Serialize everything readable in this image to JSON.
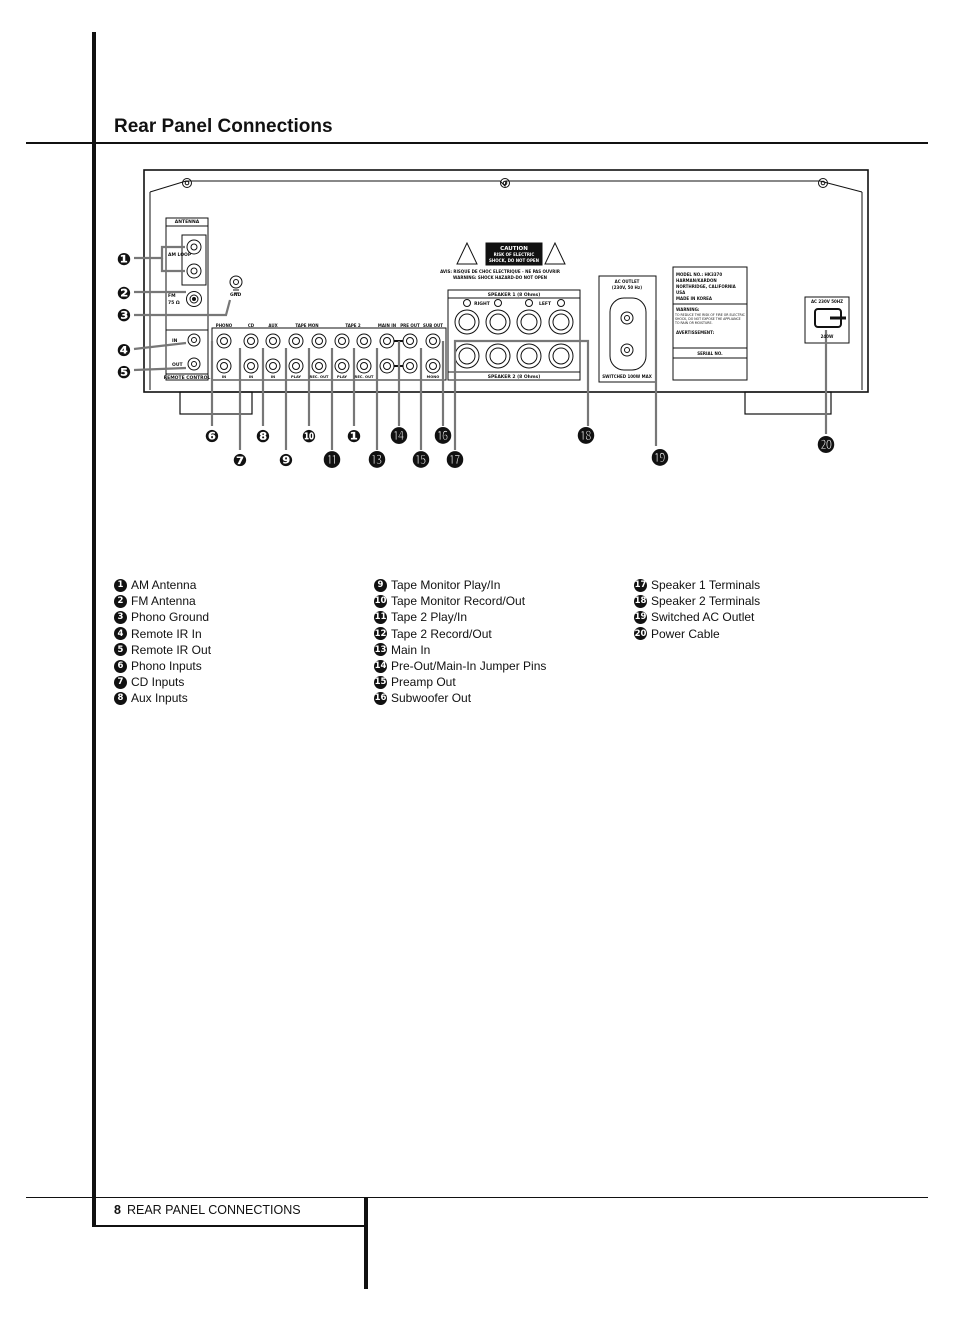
{
  "page": {
    "title": "Rear Panel Connections",
    "footer_page": "8",
    "footer_label": "REAR PANEL CONNECTIONS"
  },
  "panel": {
    "antenna_label": "ANTENNA",
    "am_loop_label": "AM LOOP",
    "fm_label": "FM",
    "fm_ohm": "75 Ω",
    "gnd_label": "GND",
    "remote_in": "IN",
    "remote_out": "OUT",
    "remote_control": "REMOTE CONTROL",
    "input_groups": [
      "PHONO",
      "CD",
      "AUX",
      "TAPE MON",
      "TAPE 2",
      "MAIN IN",
      "PRE OUT",
      "SUB OUT"
    ],
    "jack_labels": [
      "IN",
      "IN",
      "IN",
      "PLAY",
      "REC. OUT",
      "PLAY",
      "REC. OUT",
      "",
      "",
      "MONO"
    ],
    "speaker1_label": "SPEAKER 1 (8 Ohms)",
    "speaker2_label": "SPEAKER 2 (8 Ohms)",
    "right_label": "RIGHT",
    "left_label": "LEFT",
    "caution_title": "CAUTION",
    "caution_line1": "RISK OF ELECTRIC",
    "caution_line2": "SHOCK, DO NOT OPEN",
    "avis_line": "AVIS: RISQUE DE CHOC ELECTRIQUE - NE PAS OUVRIR",
    "warning_line": "WARNING: SHOCK HAZARD-DO NOT OPEN",
    "ac_outlet_title": "AC OUTLET",
    "ac_outlet_rating": "(230V, 50 Hz)",
    "ac_outlet_switched": "SWITCHED 100W MAX",
    "model_lines": [
      "MODEL NO.: HK3370",
      "HARMAN/KARDON",
      "NORTHRIDGE, CALIFORNIA",
      "USA",
      "MADE IN KOREA"
    ],
    "warning_title": "WARNING:",
    "warning_text": "TO REDUCE THE RISK OF FIRE OR ELECTRIC SHOCK, DO NOT EXPOSE THE APPLIANCE TO RAIN OR MOISTURE.",
    "avertissement_title": "AVERTISSEMENT:",
    "serial_label": "SERIAL NO.",
    "power_rating": "AC 230V 50HZ",
    "power_watts": "240W"
  },
  "callout_numbers": [
    "❶",
    "❷",
    "❸",
    "❹",
    "❺",
    "❻",
    "❼",
    "❽",
    "❾",
    "❿",
    "⓫",
    "❶",
    "⓭",
    "⓮",
    "⓯",
    "⓰",
    "⓱",
    "⓲",
    "⓳",
    "⓴"
  ],
  "legend": [
    [
      {
        "n": "1",
        "text": "AM Antenna"
      },
      {
        "n": "2",
        "text": "FM Antenna"
      },
      {
        "n": "3",
        "text": "Phono Ground"
      },
      {
        "n": "4",
        "text": "Remote IR In"
      },
      {
        "n": "5",
        "text": "Remote IR Out"
      },
      {
        "n": "6",
        "text": "Phono Inputs"
      },
      {
        "n": "7",
        "text": "CD Inputs"
      },
      {
        "n": "8",
        "text": "Aux Inputs"
      }
    ],
    [
      {
        "n": "9",
        "text": "Tape Monitor Play/In"
      },
      {
        "n": "10",
        "text": "Tape Monitor Record/Out"
      },
      {
        "n": "11",
        "text": "Tape 2 Play/In"
      },
      {
        "n": "12",
        "text": "Tape 2 Record/Out"
      },
      {
        "n": "13",
        "text": "Main In"
      },
      {
        "n": "14",
        "text": "Pre-Out/Main-In Jumper Pins"
      },
      {
        "n": "15",
        "text": "Preamp Out"
      },
      {
        "n": "16",
        "text": "Subwoofer Out"
      }
    ],
    [
      {
        "n": "17",
        "text": "Speaker 1 Terminals"
      },
      {
        "n": "18",
        "text": "Speaker 2 Terminals"
      },
      {
        "n": "19",
        "text": "Switched AC Outlet"
      },
      {
        "n": "20",
        "text": "Power Cable"
      }
    ]
  ]
}
